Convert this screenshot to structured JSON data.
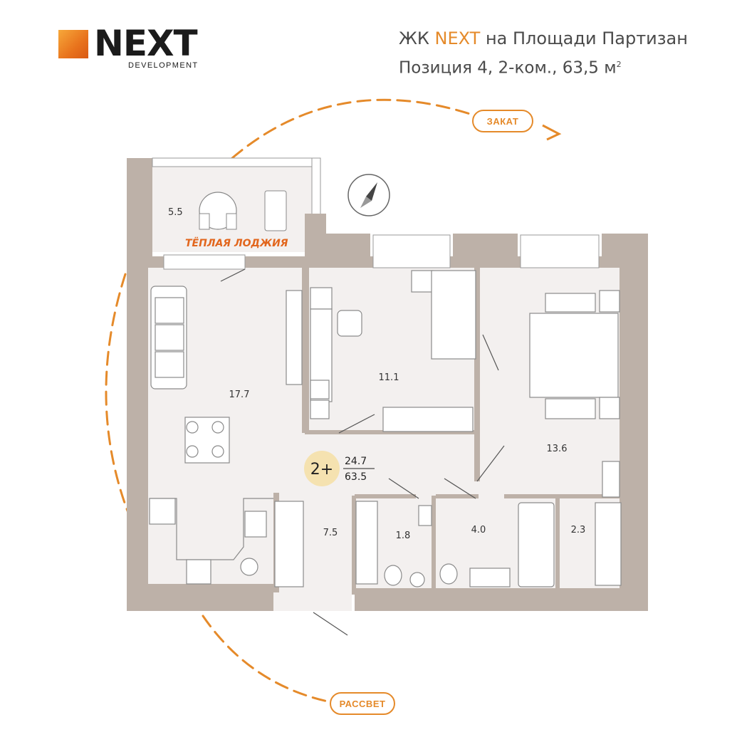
{
  "brand": {
    "name": "NEXT",
    "subtitle": "DEVELOPMENT",
    "accent_color": "#e58a2a"
  },
  "header": {
    "title_prefix": "ЖК",
    "title_accent": "NEXT",
    "title_suffix": "на Площади Партизан",
    "subtitle": "Позиция 4, 2-ком., 63,5 м",
    "subtitle_unit_sup": "2"
  },
  "sun": {
    "sunset_label": "ЗАКАТ",
    "sunrise_label": "РАССВЕТ"
  },
  "loggia": {
    "label": "ТЁПЛАЯ ЛОДЖИЯ",
    "area": "5.5"
  },
  "rooms": {
    "living": "17.7",
    "bedroom_small": "11.1",
    "bedroom_large": "13.6",
    "hall": "7.5",
    "wc": "1.8",
    "bath": "4.0",
    "wardrobe": "2.3"
  },
  "badge": {
    "rooms": "2+",
    "living_area": "24.7",
    "total_area": "63.5"
  },
  "icons": [
    "compass-icon",
    "sofa-icon",
    "dining-table-icon",
    "bed-icon",
    "bathtub-icon",
    "toilet-icon",
    "sink-icon",
    "stove-icon",
    "desk-icon",
    "armchair-icon",
    "washing-machine-icon",
    "hanger-icon"
  ],
  "colors": {
    "wall": "#bdb1a8",
    "floor": "#f3f0ef",
    "furniture_line": "#8a8a8a",
    "badge_fill": "#f5e2b0",
    "sun_path": "#e58a2a"
  }
}
